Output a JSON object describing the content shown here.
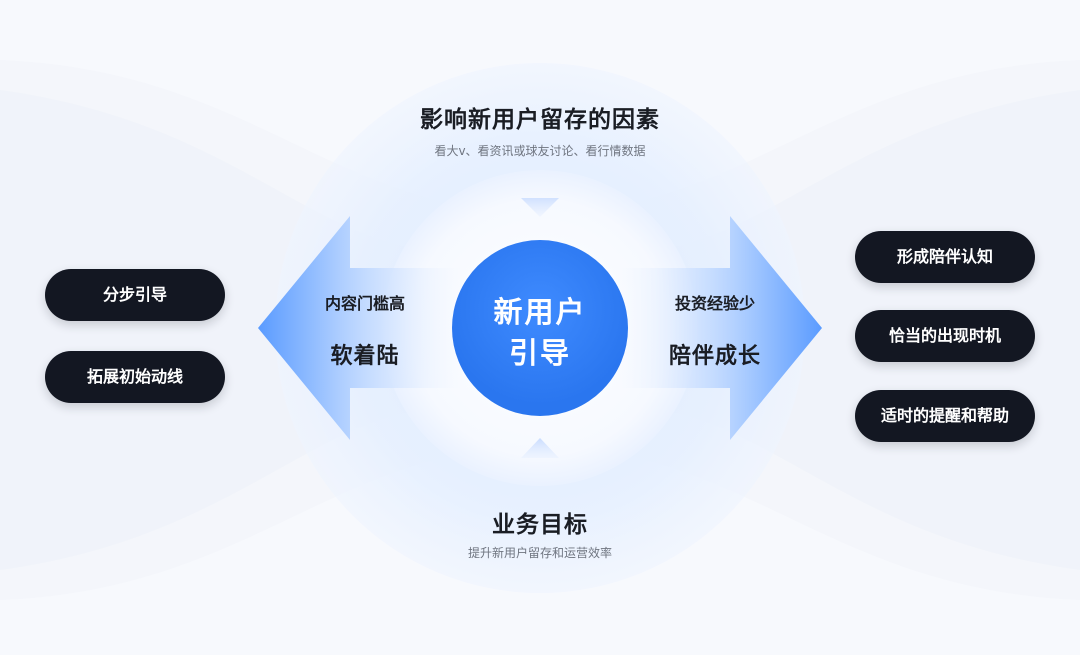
{
  "top": {
    "title": "影响新用户留存的因素",
    "subtitle": "看大v、看资讯或球友讨论、看行情数据"
  },
  "bottom": {
    "title": "业务目标",
    "subtitle": "提升新用户留存和运营效率"
  },
  "center": {
    "line1": "新用户",
    "line2": "引导"
  },
  "left_arrow": {
    "small_label": "内容门槛高",
    "big_label": "软着陆"
  },
  "right_arrow": {
    "small_label": "投资经验少",
    "big_label": "陪伴成长"
  },
  "left_pills": [
    "分步引导",
    "拓展初始动线"
  ],
  "right_pills": [
    "形成陪伴认知",
    "恰当的出现时机",
    "适时的提醒和帮助"
  ],
  "colors": {
    "background": "#f4f6fb",
    "accent_blue": "#2d7df6",
    "pill_dark": "#131722",
    "text_dark": "#1a1d24",
    "text_muted": "#6f7580"
  }
}
